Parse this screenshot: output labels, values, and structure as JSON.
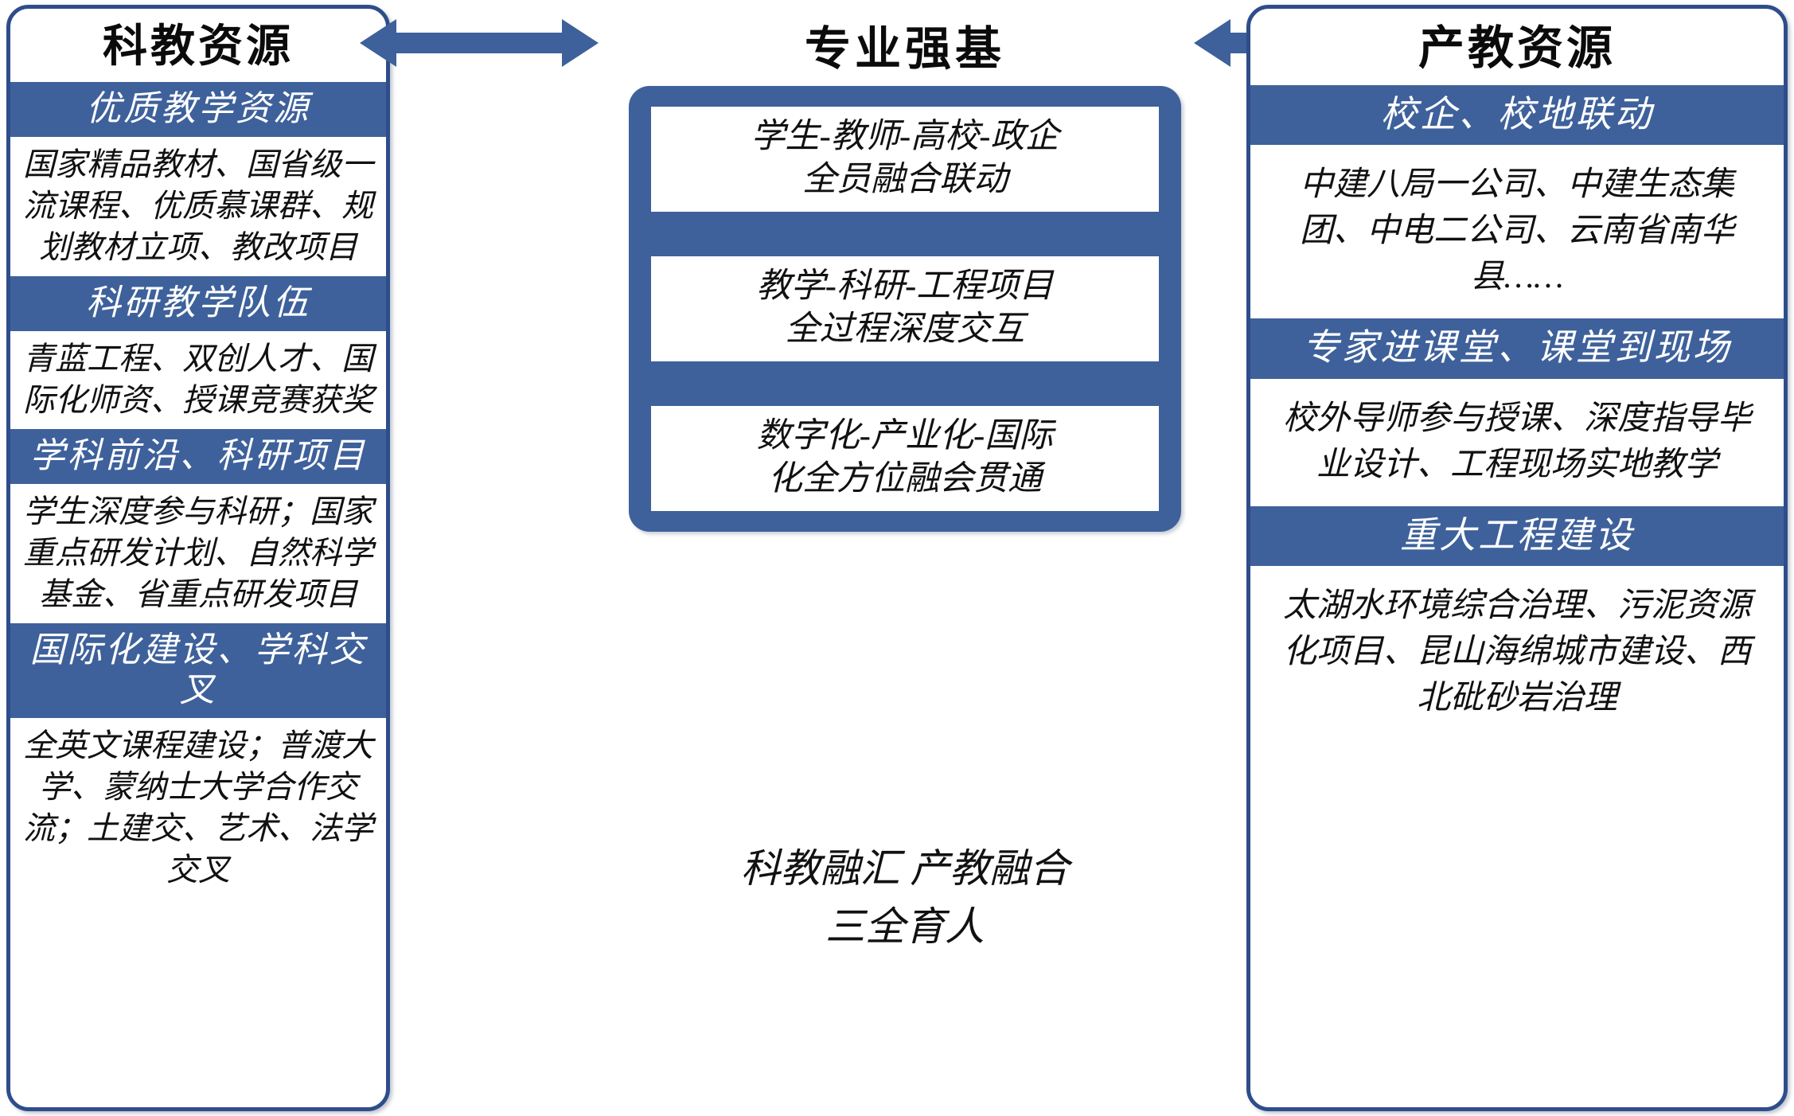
{
  "colors": {
    "accent_blue": "#3E619B",
    "panel_border": "#2E4D8A",
    "text_dark": "#111111",
    "white": "#FFFFFF"
  },
  "left_panel": {
    "title": "科教资源",
    "sections": [
      {
        "heading": "优质教学资源",
        "body": "国家精品教材、国省级一流课程、优质慕课群、规划教材立项、教改项目"
      },
      {
        "heading": "科研教学队伍",
        "body": "青蓝工程、双创人才、国际化师资、授课竞赛获奖"
      },
      {
        "heading": "学科前沿、科研项目",
        "body": "学生深度参与科研；国家重点研发计划、自然科学基金、省重点研发项目"
      },
      {
        "heading": "国际化建设、学科交叉",
        "body": "全英文课程建设；普渡大学、蒙纳士大学合作交流；土建交、艺术、法学交叉"
      }
    ]
  },
  "center": {
    "title": "专业强基",
    "items": [
      "学生-教师-高校-政企\n全员融合联动",
      "教学-科研-工程项目\n全过程深度交互",
      "数字化-产业化-国际\n化全方位融会贯通"
    ],
    "slogan_line1": "科教融汇  产教融合",
    "slogan_line2": "三全育人"
  },
  "right_panel": {
    "title": "产教资源",
    "sections": [
      {
        "heading": "校企、校地联动",
        "body": "中建八局一公司、中建生态集团、中电二公司、云南省南华县……"
      },
      {
        "heading": "专家进课堂、课堂到现场",
        "body": "校外导师参与授课、深度指导毕业设计、工程现场实地教学"
      },
      {
        "heading": "重大工程建设",
        "body": "太湖水环境综合治理、污泥资源化项目、昆山海绵城市建设、西北砒砂岩治理"
      }
    ]
  },
  "arrows": {
    "left_arrow_name": "double-headed-arrow-left",
    "right_arrow_name": "double-headed-arrow-right"
  }
}
